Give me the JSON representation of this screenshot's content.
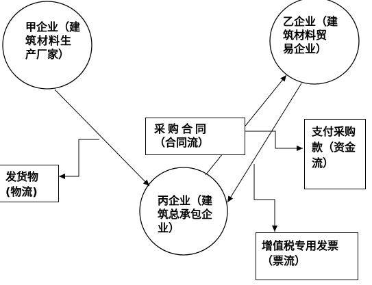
{
  "nodes": {
    "jia": {
      "lines": [
        "甲企业（建",
        "筑材料生",
        "产厂家）"
      ]
    },
    "yi": {
      "lines": [
        "乙企业（建",
        "筑材料贸",
        "易企业）"
      ]
    },
    "bing": {
      "lines": [
        "丙企业（建",
        "筑总承包企",
        "业）"
      ]
    }
  },
  "boxes": {
    "contract": {
      "lines": [
        "采购合同",
        "（合同流）"
      ]
    },
    "payment": {
      "lines": [
        "支付采购",
        "款（资金",
        "流）"
      ]
    },
    "goods": {
      "lines": [
        "发货物",
        "(物流)"
      ]
    },
    "invoice": {
      "lines": [
        "增值税专用发票",
        "（票流）"
      ]
    }
  }
}
